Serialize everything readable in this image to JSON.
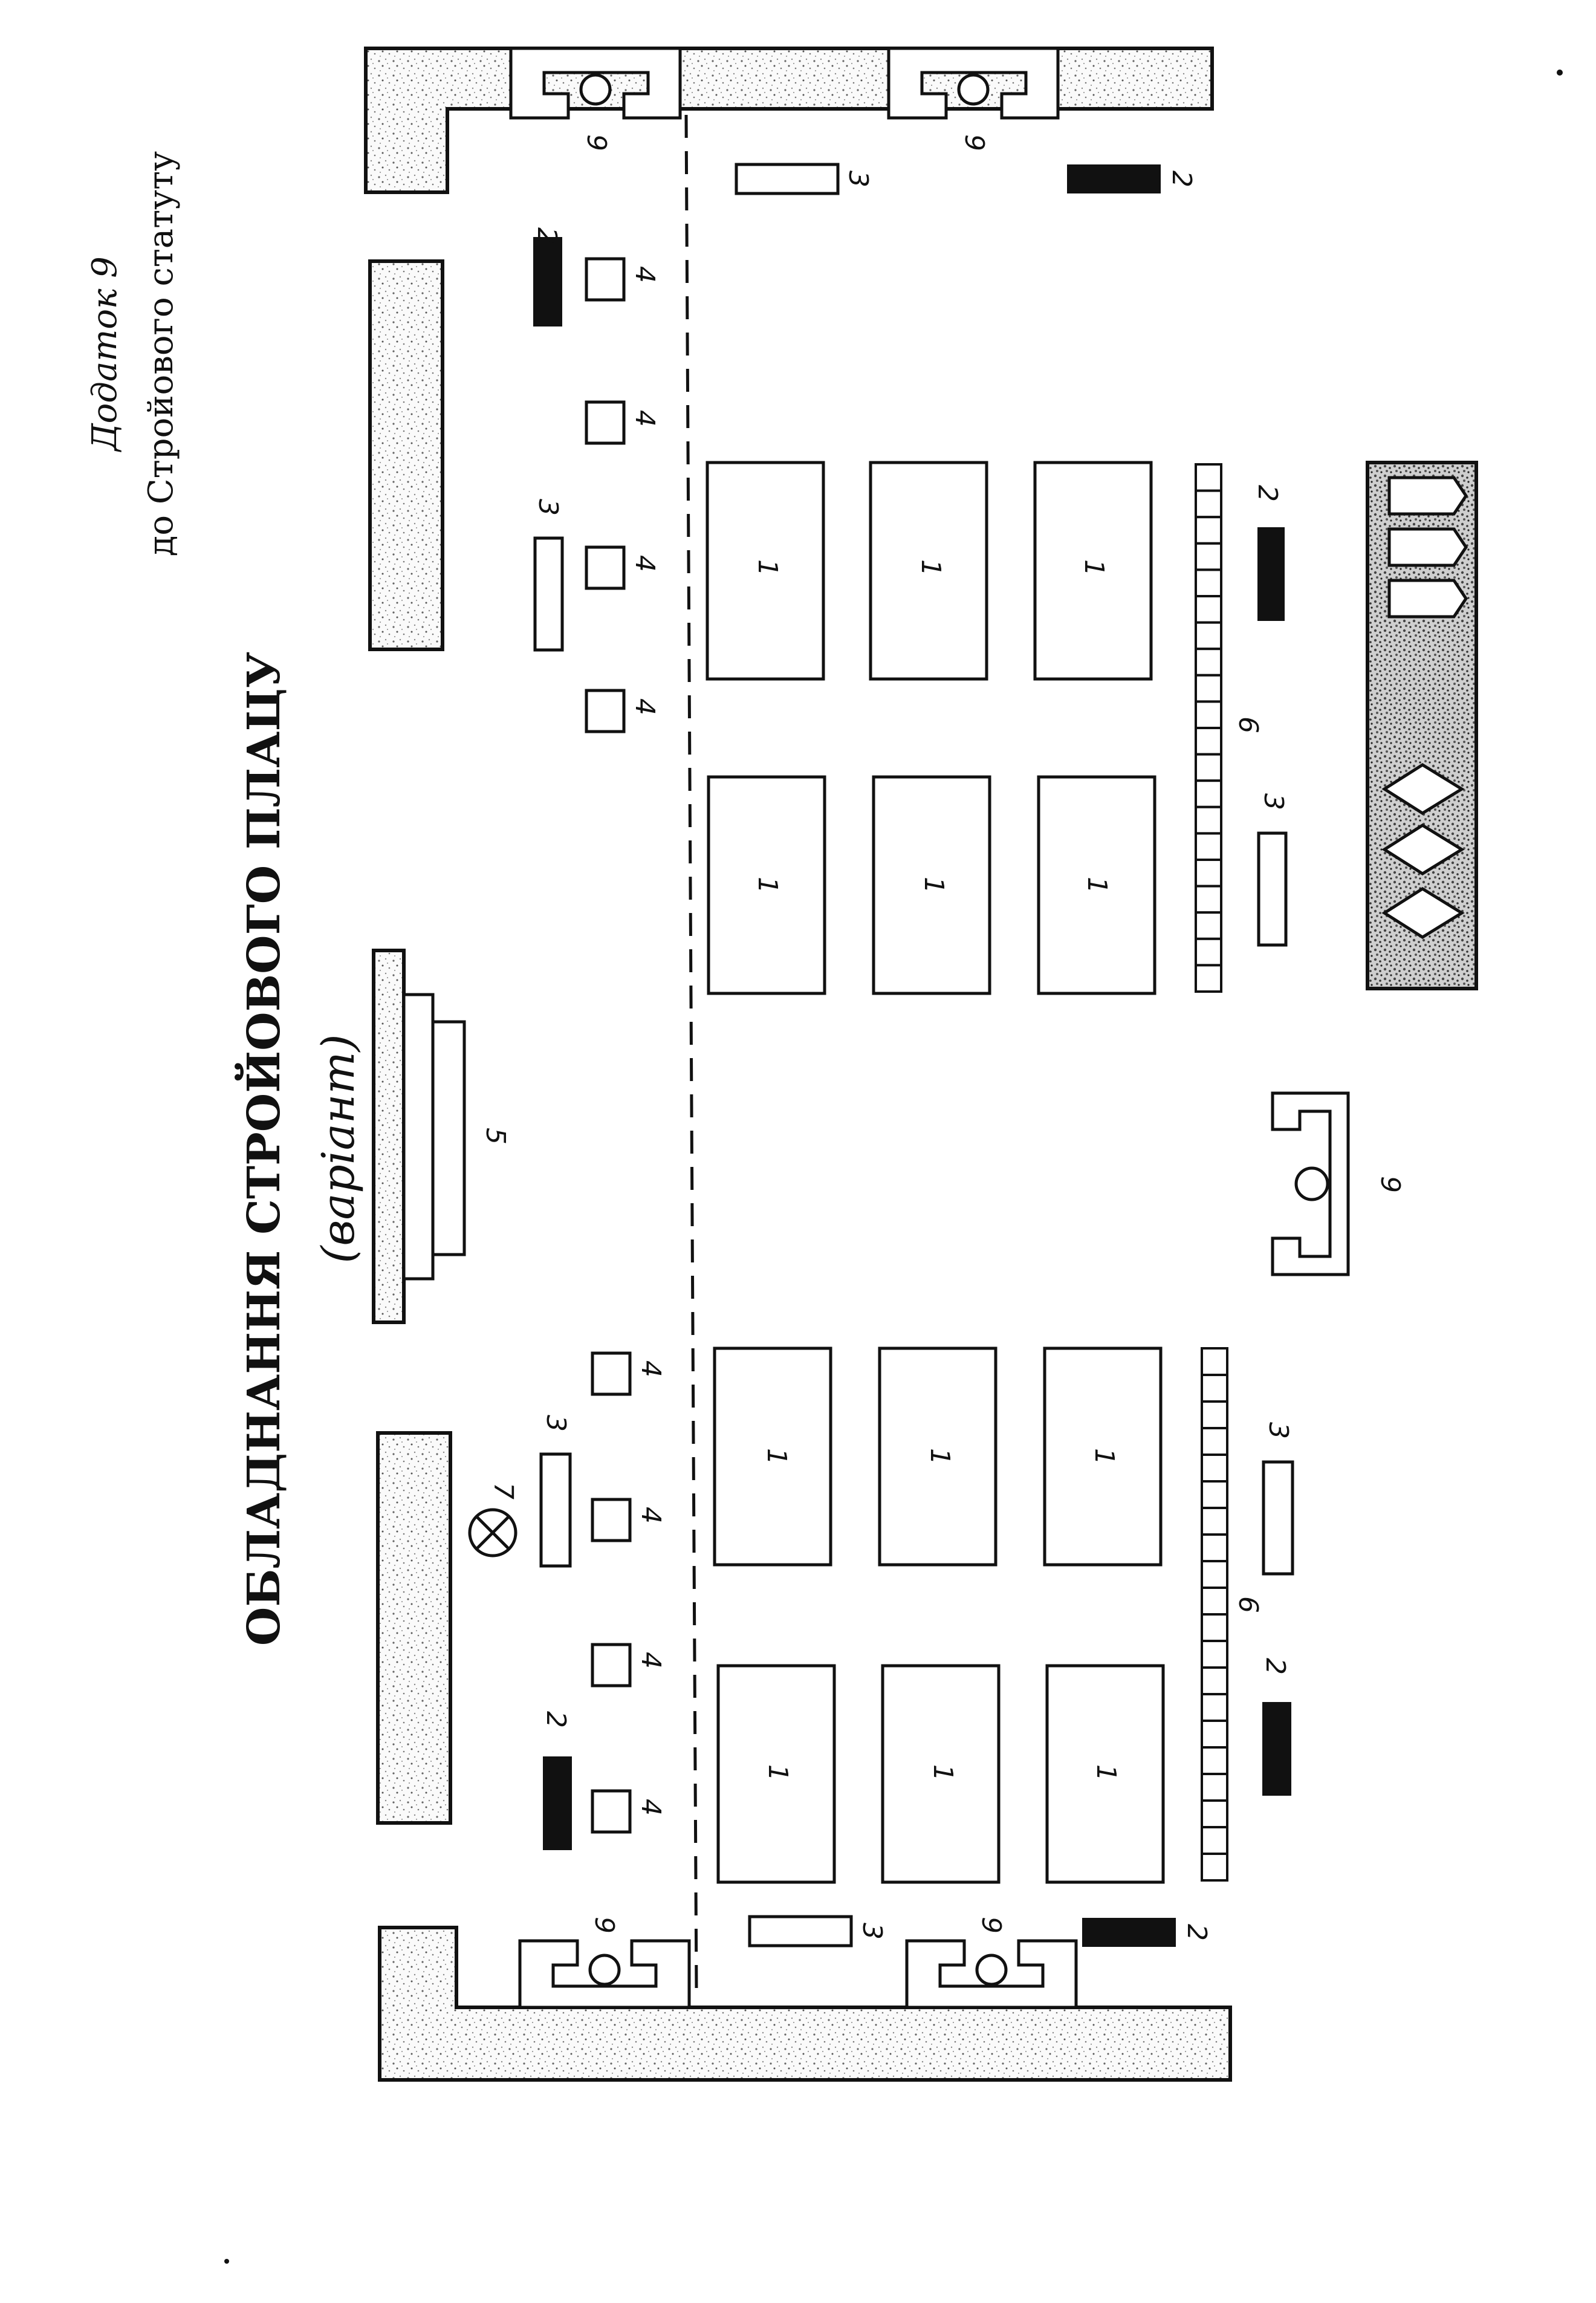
{
  "title": "ОБЛАДНАННЯ СТРОЙОВОГО ПЛАЦУ",
  "subtitle": "(варіант)",
  "appendix": {
    "line1": "Додаток 9",
    "line2": "до Стройового статуту"
  },
  "labels": {
    "n1": "1",
    "n2": "2",
    "n3": "3",
    "n4": "4",
    "n5": "5",
    "n6": "6",
    "n7": "7",
    "n9": "9"
  }
}
